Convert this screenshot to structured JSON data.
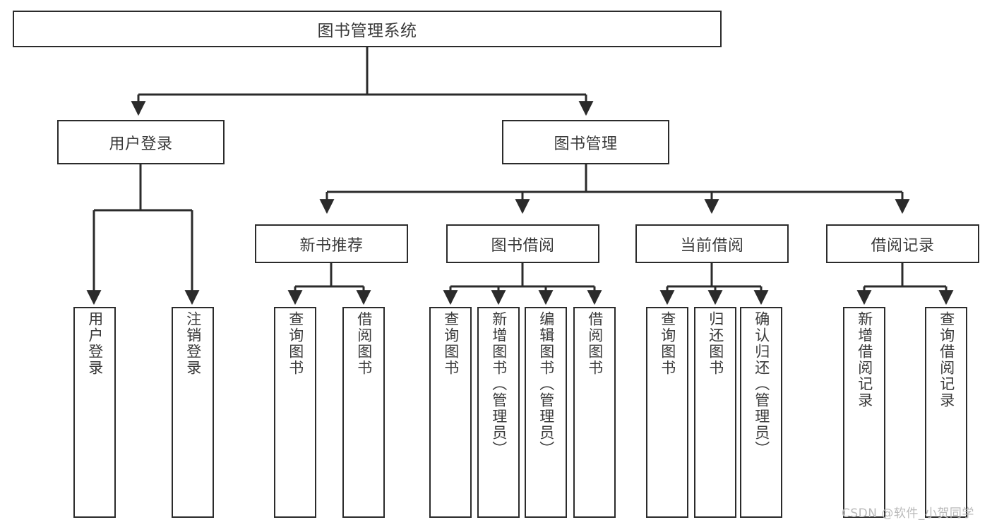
{
  "diagram": {
    "title": "图书管理系统",
    "type": "hierarchy-tree",
    "watermark": "CSDN @软件_小贺同学",
    "colors": {
      "stroke": "#2b2b2b",
      "text": "#3a3a3a",
      "background": "#ffffff",
      "watermark": "#b9b9b9"
    },
    "levels": {
      "root": "图书管理系统",
      "level2": [
        "用户登录",
        "图书管理"
      ],
      "level3": [
        "新书推荐",
        "图书借阅",
        "当前借阅",
        "借阅记录"
      ]
    },
    "nodes": {
      "root": {
        "label": "图书管理系统"
      },
      "user_login": {
        "label": "用户登录"
      },
      "book_manage": {
        "label": "图书管理"
      },
      "new_book_rec": {
        "label": "新书推荐"
      },
      "book_borrow": {
        "label": "图书借阅"
      },
      "current_borrow": {
        "label": "当前借阅"
      },
      "borrow_record": {
        "label": "借阅记录"
      },
      "leaf_user_login": {
        "label": "用户登录"
      },
      "leaf_logout": {
        "label": "注销登录"
      },
      "leaf_query_book_1": {
        "label": "查询图书"
      },
      "leaf_borrow_book_1": {
        "label": "借阅图书"
      },
      "leaf_query_book_2": {
        "label": "查询图书"
      },
      "leaf_add_book": {
        "label": "新增图书（管理员）"
      },
      "leaf_edit_book": {
        "label": "编辑图书（管理员）"
      },
      "leaf_borrow_book_2": {
        "label": "借阅图书"
      },
      "leaf_query_book_3": {
        "label": "查询图书"
      },
      "leaf_return_book": {
        "label": "归还图书"
      },
      "leaf_confirm_return": {
        "label": "确认归还（管理员）"
      },
      "leaf_add_record": {
        "label": "新增借阅记录"
      },
      "leaf_query_record": {
        "label": "查询借阅记录"
      }
    }
  }
}
